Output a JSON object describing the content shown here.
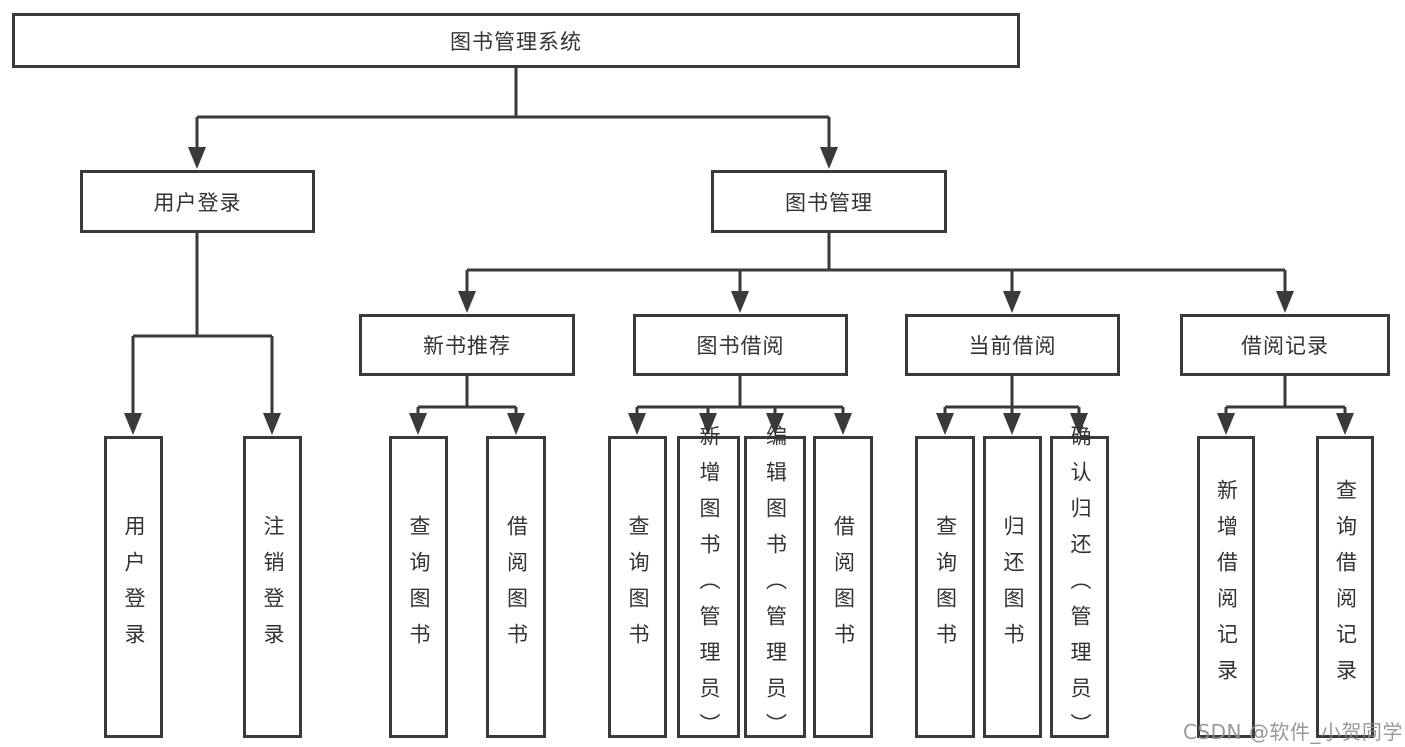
{
  "tree": {
    "label": "图书管理系统",
    "children": [
      {
        "label": "用户登录",
        "children": [
          {
            "label": "用户登录"
          },
          {
            "label": "注销登录"
          }
        ]
      },
      {
        "label": "图书管理",
        "children": [
          {
            "label": "新书推荐",
            "children": [
              {
                "label": "查询图书"
              },
              {
                "label": "借阅图书"
              }
            ]
          },
          {
            "label": "图书借阅",
            "children": [
              {
                "label": "查询图书"
              },
              {
                "label": "新增图书（管理员）"
              },
              {
                "label": "编辑图书（管理员）"
              },
              {
                "label": "借阅图书"
              }
            ]
          },
          {
            "label": "当前借阅",
            "children": [
              {
                "label": "查询图书"
              },
              {
                "label": "归还图书"
              },
              {
                "label": "确认归还（管理员）"
              }
            ]
          },
          {
            "label": "借阅记录",
            "children": [
              {
                "label": "新增借阅记录"
              },
              {
                "label": "查询借阅记录"
              }
            ]
          }
        ]
      }
    ]
  },
  "watermark": {
    "text": "CSDN @软件_小贺同学"
  },
  "colors": {
    "background": "#ffffff",
    "line": "#3a3a3a",
    "box_border": "#3a3a3a",
    "text": "#333333",
    "watermark": "#8e8e8e"
  }
}
